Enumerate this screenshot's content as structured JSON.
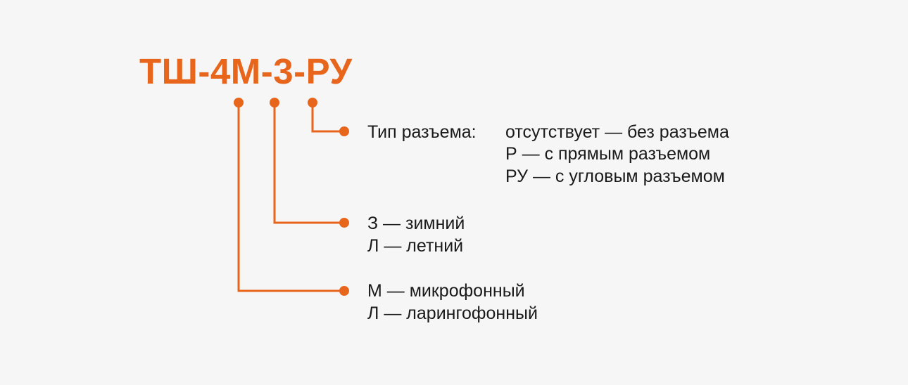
{
  "accent_color": "#e8651c",
  "text_color": "#1a1a1a",
  "code": "ТШ-4М-3-РУ",
  "groups": {
    "connector": {
      "label": "Тип разъема:",
      "options": [
        "отсутствует — без разъема",
        "Р — с прямым разъемом",
        "РУ — с угловым разъемом"
      ]
    },
    "season": {
      "options": [
        "З — зимний",
        "Л — летний"
      ]
    },
    "microphone": {
      "options": [
        "М — микрофонный",
        "Л — ларингофонный"
      ]
    }
  }
}
